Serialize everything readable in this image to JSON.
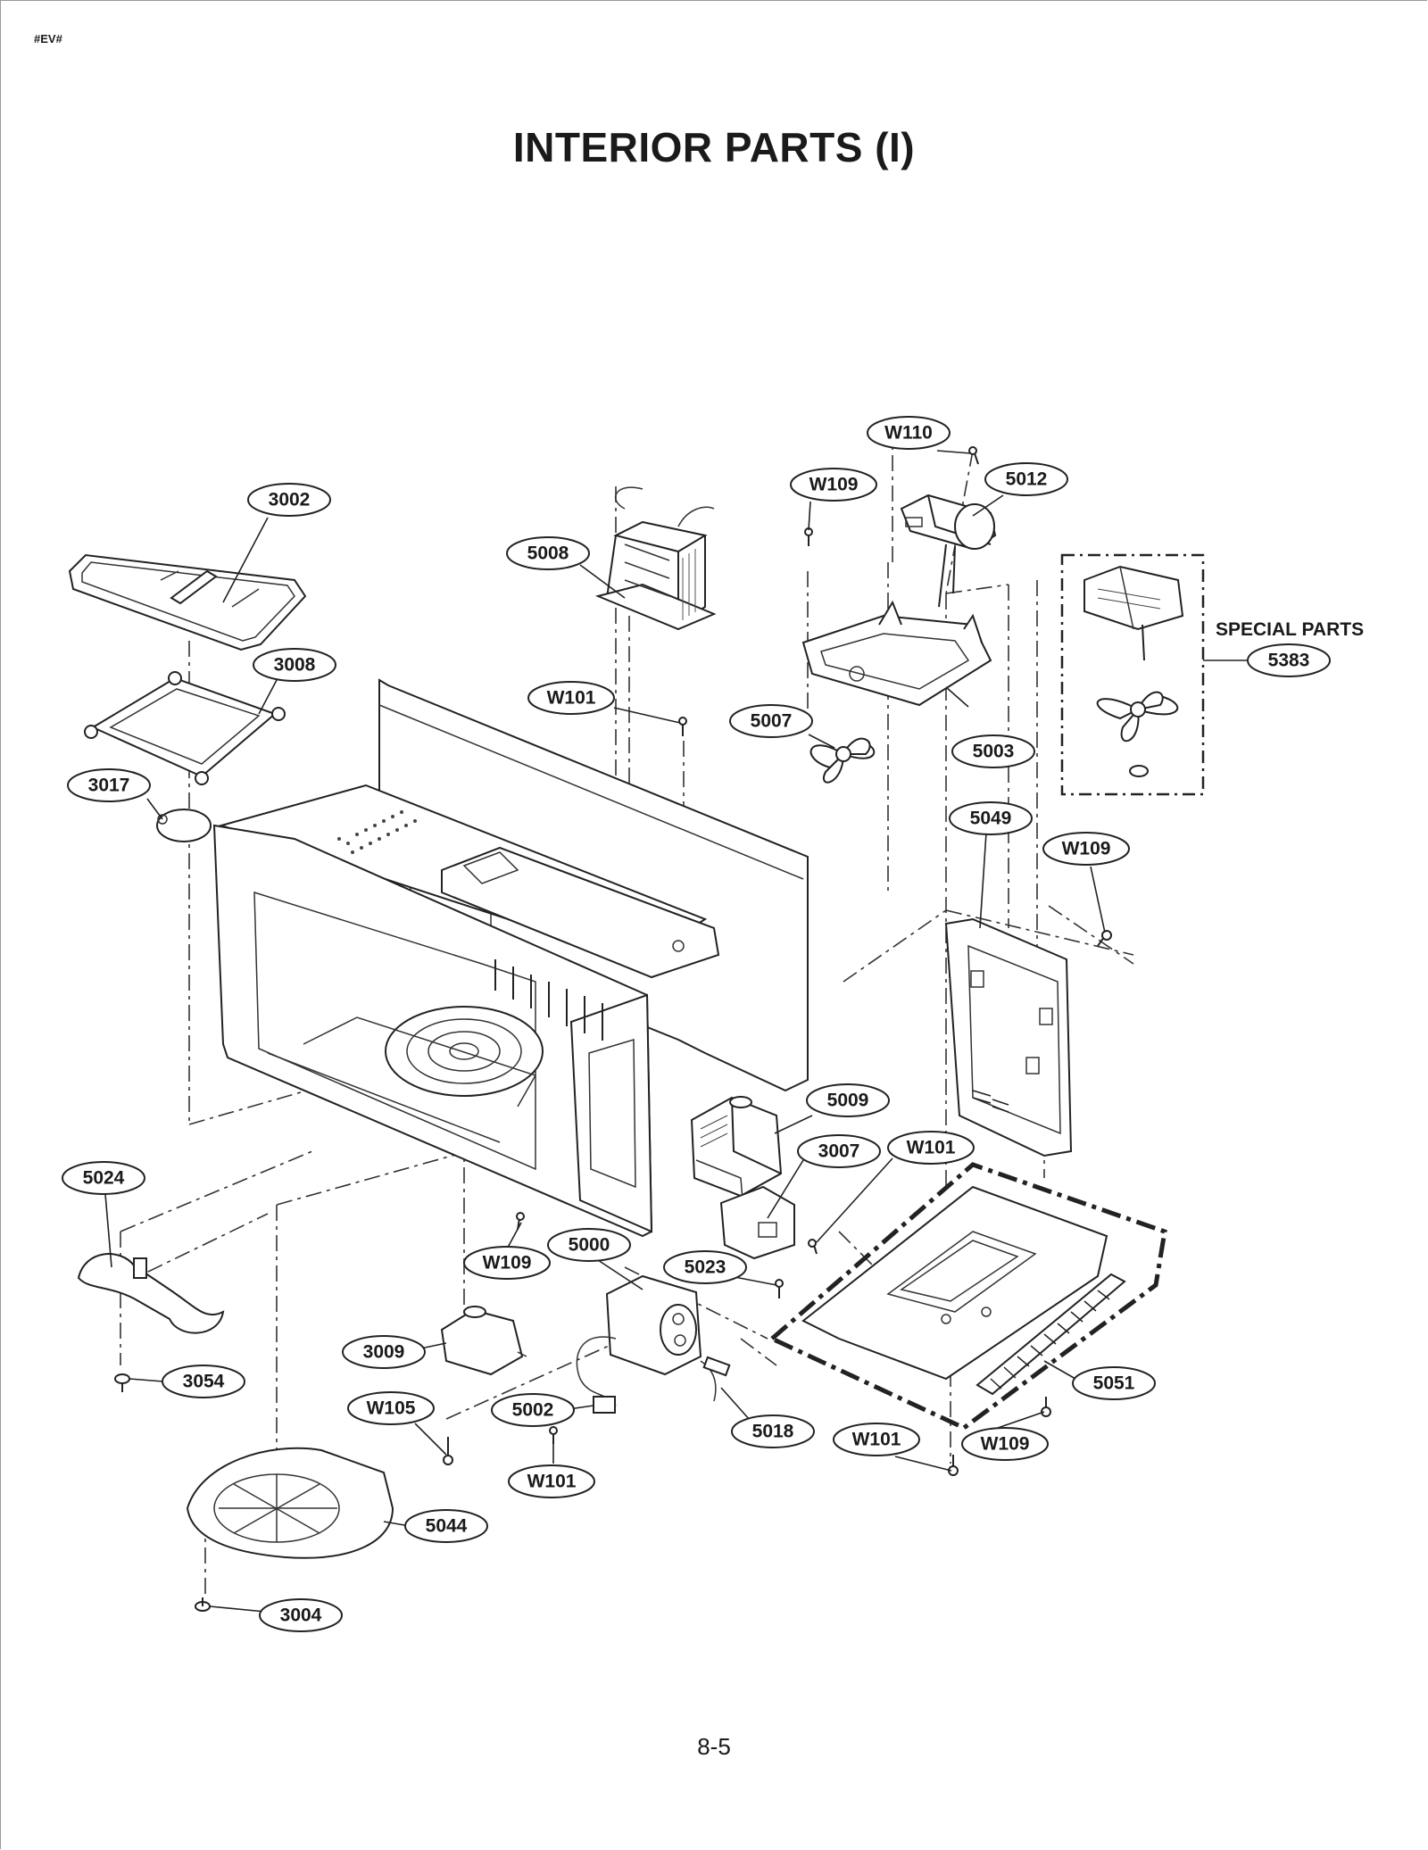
{
  "header_code": "#EV#",
  "title": "INTERIOR PARTS (I)",
  "page_number": "8-5",
  "special_parts_label": "SPECIAL PARTS",
  "callouts": [
    {
      "id": "c-3002",
      "label": "3002"
    },
    {
      "id": "c-3008",
      "label": "3008"
    },
    {
      "id": "c-3017",
      "label": "3017"
    },
    {
      "id": "c-5008",
      "label": "5008"
    },
    {
      "id": "c-w101-a",
      "label": "W101"
    },
    {
      "id": "c-w109-a",
      "label": "W109"
    },
    {
      "id": "c-w110",
      "label": "W110"
    },
    {
      "id": "c-5012",
      "label": "5012"
    },
    {
      "id": "c-5383",
      "label": "5383"
    },
    {
      "id": "c-5007",
      "label": "5007"
    },
    {
      "id": "c-5003",
      "label": "5003"
    },
    {
      "id": "c-5049",
      "label": "5049"
    },
    {
      "id": "c-w109-b",
      "label": "W109"
    },
    {
      "id": "c-5009",
      "label": "5009"
    },
    {
      "id": "c-3007",
      "label": "3007"
    },
    {
      "id": "c-w101-b",
      "label": "W101"
    },
    {
      "id": "c-5024",
      "label": "5024"
    },
    {
      "id": "c-5000",
      "label": "5000"
    },
    {
      "id": "c-w109-c",
      "label": "W109"
    },
    {
      "id": "c-5023",
      "label": "5023"
    },
    {
      "id": "c-3009",
      "label": "3009"
    },
    {
      "id": "c-3054",
      "label": "3054"
    },
    {
      "id": "c-w105",
      "label": "W105"
    },
    {
      "id": "c-5002",
      "label": "5002"
    },
    {
      "id": "c-5018",
      "label": "5018"
    },
    {
      "id": "c-w101-c",
      "label": "W101"
    },
    {
      "id": "c-w101-d",
      "label": "W101"
    },
    {
      "id": "c-w109-d",
      "label": "W109"
    },
    {
      "id": "c-5051",
      "label": "5051"
    },
    {
      "id": "c-5044",
      "label": "5044"
    },
    {
      "id": "c-3004",
      "label": "3004"
    }
  ]
}
